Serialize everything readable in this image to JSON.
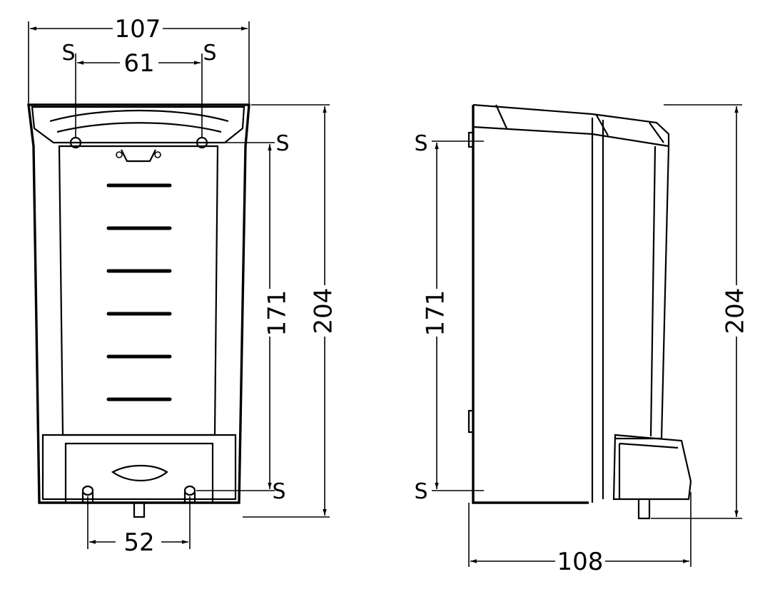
{
  "front_view": {
    "width_label": "107",
    "screw_spacing_top_label": "61",
    "screw_spacing_bottom_label": "52",
    "screw_height_label": "171",
    "height_label": "204",
    "screw_marker": "S"
  },
  "side_view": {
    "depth_label": "108",
    "screw_height_label": "171",
    "height_label": "204",
    "screw_marker": "S"
  }
}
